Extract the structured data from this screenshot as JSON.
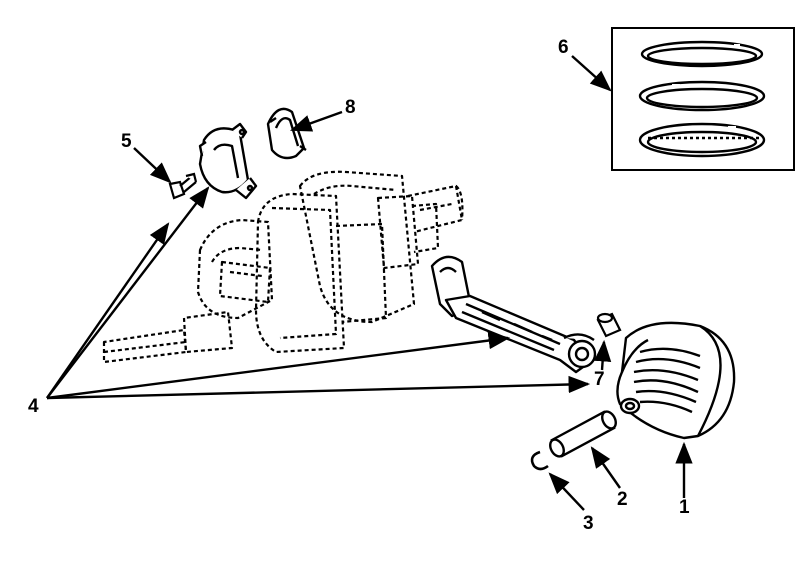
{
  "figure": {
    "background": "#ffffff",
    "ink": "#000000",
    "callouts": {
      "c1": "1",
      "c2": "2",
      "c3": "3",
      "c4": "4",
      "c5": "5",
      "c6": "6",
      "c7": "7",
      "c8": "8"
    }
  }
}
